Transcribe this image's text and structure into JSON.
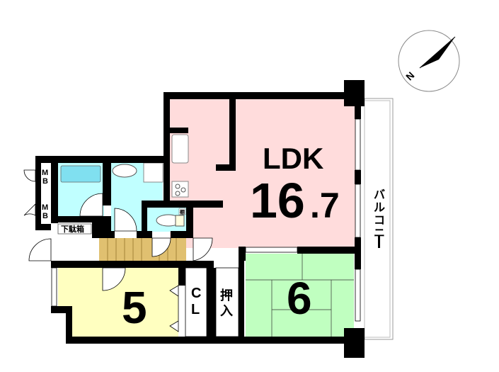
{
  "rooms": {
    "ldk": {
      "name": "LDK",
      "size_main": "16",
      "size_decimal": ".7"
    },
    "western_room": {
      "size": "5"
    },
    "japanese_room": {
      "size": "6"
    },
    "closet": {
      "label_1": "C",
      "label_2": "L"
    },
    "oshiire": {
      "label_1": "押",
      "label_2": "入"
    },
    "shoe_box": {
      "label": "下駄箱"
    },
    "meter_box_1": {
      "label_1": "M",
      "label_2": "B"
    },
    "meter_box_2": {
      "label_1": "M",
      "label_2": "B"
    },
    "balcony": {
      "label": [
        "バ",
        "ル",
        "コ",
        "ニ",
        "ー"
      ]
    },
    "toilet_shelf": {
      "label": "棚"
    }
  },
  "compass": {
    "label": "N"
  },
  "colors": {
    "ldk": "#ffdcdc",
    "western_room": "#ffffc0",
    "japanese_room": "#c0ffc0",
    "wet_area": "#c0ffff",
    "bathtub": "#80e0f0",
    "hallway_floor": "#e0c070",
    "wall": "#000000"
  }
}
